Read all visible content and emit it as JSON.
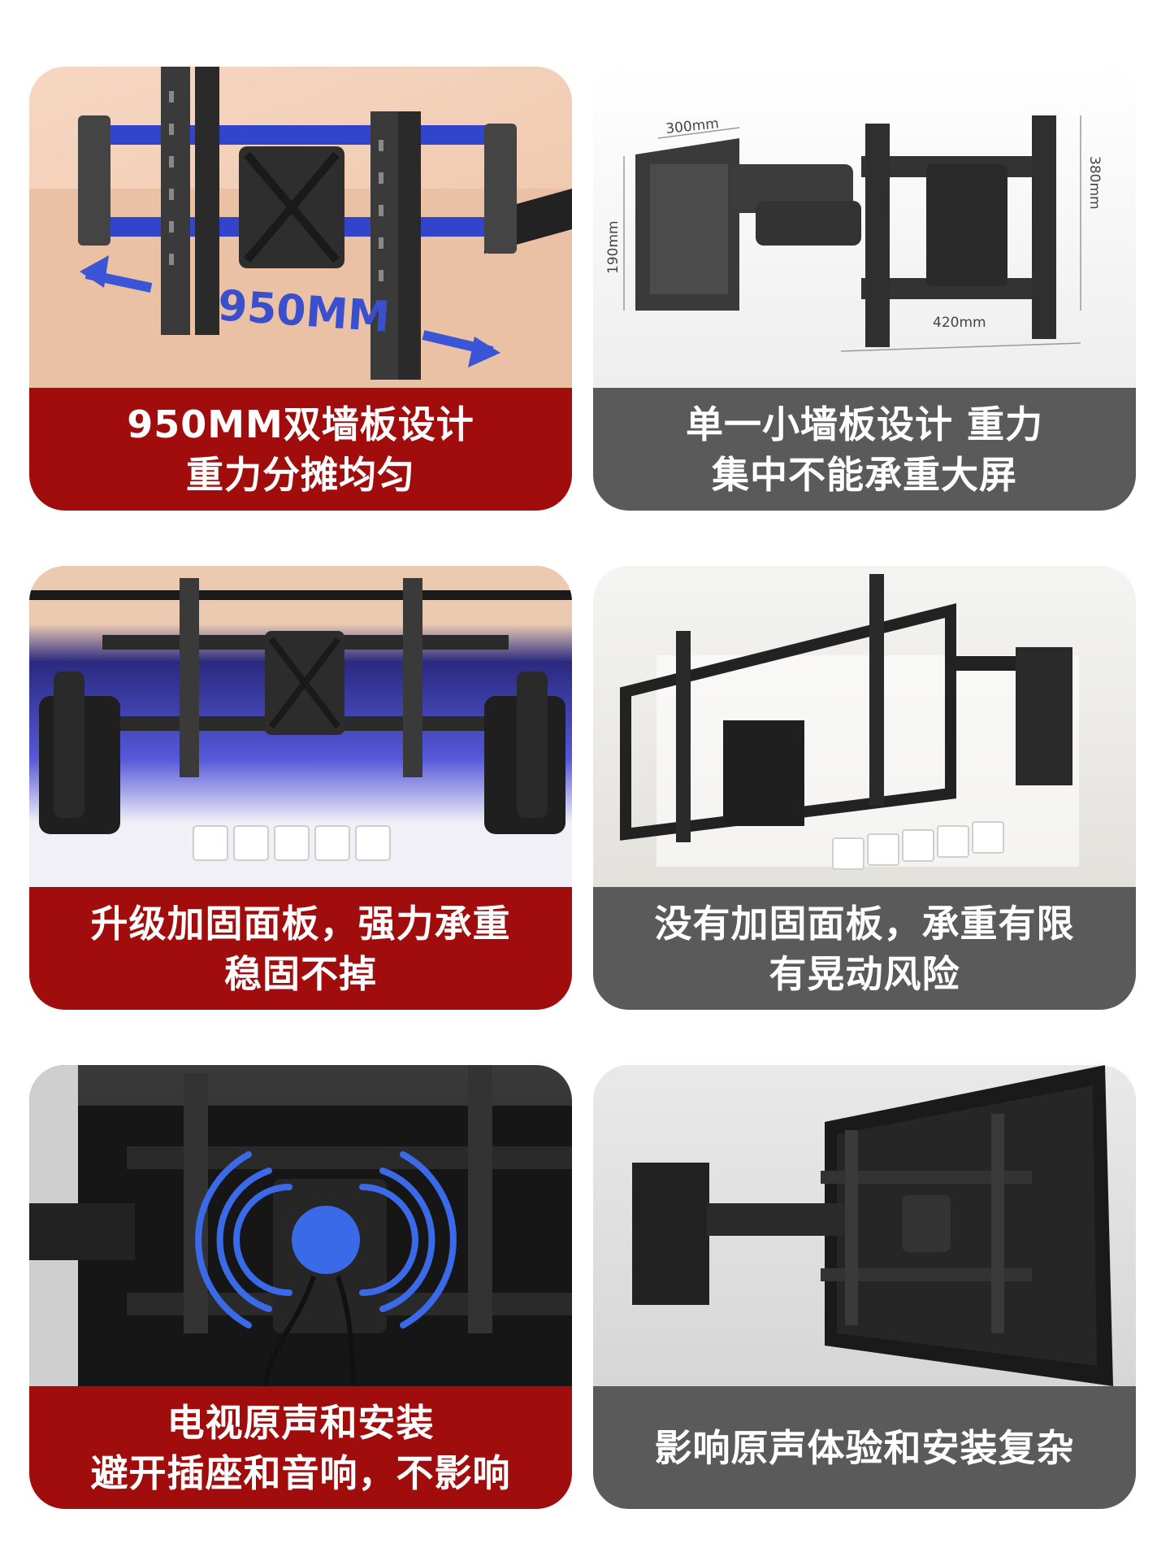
{
  "cards": [
    {
      "caption_line1": "950MM双墙板设计",
      "caption_line2": "重力分摊均匀",
      "overlay": "950MM"
    },
    {
      "caption_line1": "单一小墙板设计 重力",
      "caption_line2": "集中不能承重大屏",
      "dimensions": {
        "top": "300mm",
        "left": "190mm",
        "right": "380mm",
        "bottom": "420mm"
      }
    },
    {
      "caption_line1": "升级加固面板，强力承重",
      "caption_line2": "稳固不掉"
    },
    {
      "caption_line1": "没有加固面板，承重有限",
      "caption_line2": "有晃动风险"
    },
    {
      "caption_line1": "电视原声和安装",
      "caption_line2": "避开插座和音响，不影响"
    },
    {
      "caption_line1": "影响原声体验和安装复杂"
    }
  ],
  "colors": {
    "good_caption_bg": "#a10d0d",
    "bad_caption_bg": "#5a5a5a",
    "accent_blue": "#3a56d6"
  }
}
